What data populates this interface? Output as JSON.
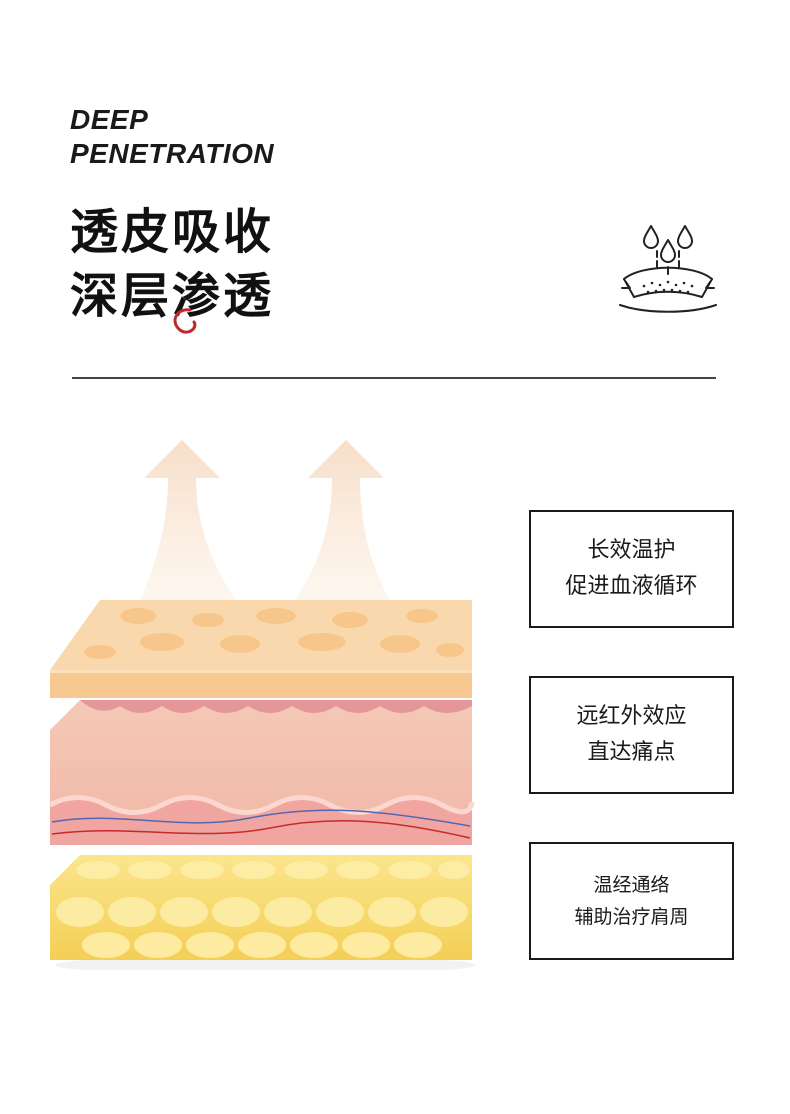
{
  "heading": {
    "en_line1": "DEEP",
    "en_line2": "PENETRATION",
    "cn_line1": "透皮吸收",
    "cn_line2": "深层渗透"
  },
  "colors": {
    "accent": "#c0282e",
    "text": "#1a1a1a",
    "epidermis": "#f9d4a6",
    "dermis": "#f4bfae",
    "fat": "#f7dd73"
  },
  "icons": {
    "top_right": "skin-absorption-icon"
  },
  "features": [
    {
      "line1": "长效温护",
      "line2": "促进血液循环"
    },
    {
      "line1": "远红外效应",
      "line2": "直达痛点"
    },
    {
      "line1": "温经通络",
      "line2": "辅助治疗肩周"
    }
  ]
}
